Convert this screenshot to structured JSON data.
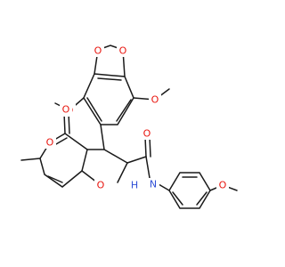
{
  "molecule": {
    "colors": {
      "bond": "#1a1a1a",
      "oxygen": "#e8150e",
      "nitrogen": "#2f4fd6",
      "background": "#ffffff"
    },
    "atoms": {
      "o_dioxole_top_left": "O",
      "o_dioxole_top_right": "O",
      "o_methoxy_left": "O",
      "o_methoxy_right": "O",
      "o_pyranone_ketone": "O",
      "o_pyran_ring": "O",
      "o_amide_carbonyl": "O",
      "o_furan_ring": "O",
      "o_anisole_methoxy": "O",
      "n_amide": "N",
      "h_amide": "H"
    }
  }
}
